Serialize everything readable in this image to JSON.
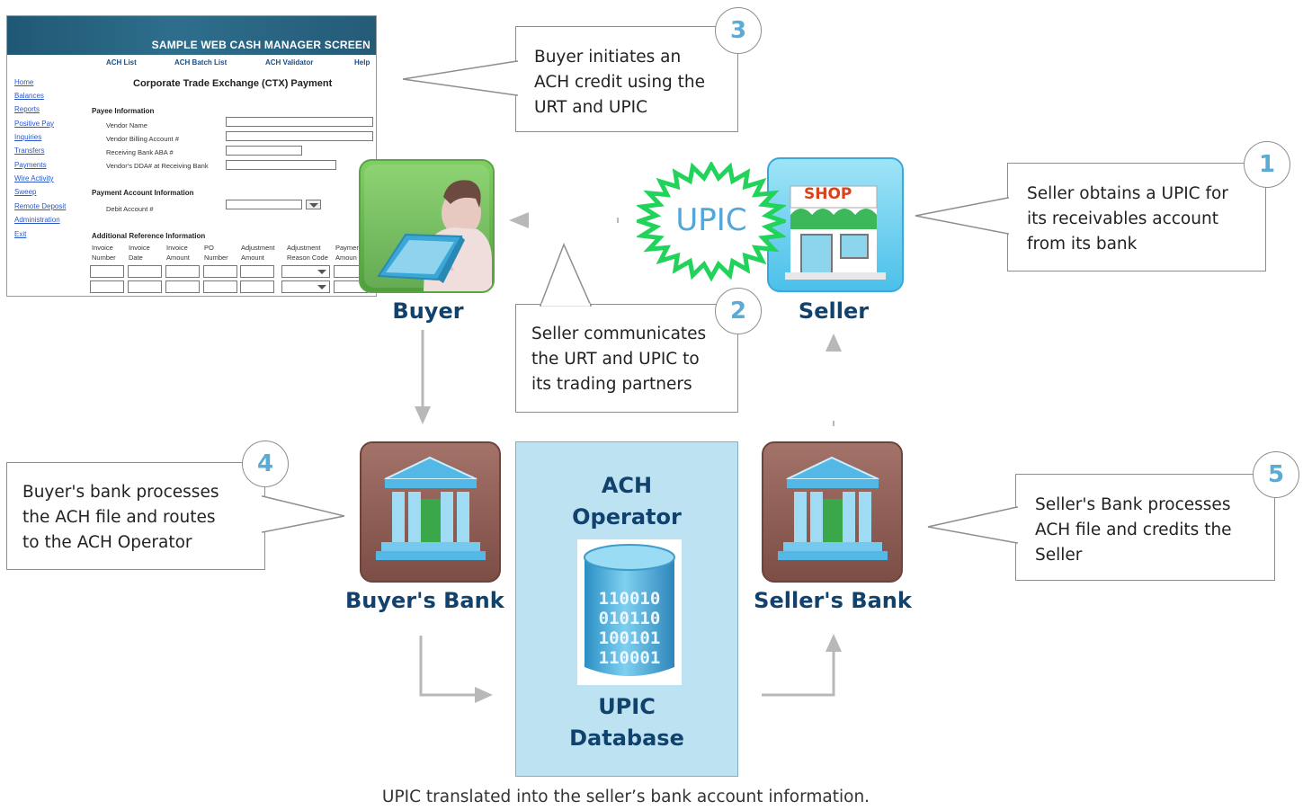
{
  "screen": {
    "title": "SAMPLE WEB CASH MANAGER SCREEN",
    "tabs": [
      "ACH List",
      "ACH Batch List",
      "ACH Validator",
      "Help"
    ],
    "nav": [
      "Home",
      "Balances",
      "Reports",
      "Positive Pay",
      "Inquiries",
      "Transfers",
      "Payments",
      "Wire Activity",
      "Sweep",
      "Remote Deposit",
      "Administration",
      "Exit"
    ],
    "form_title": "Corporate Trade Exchange (CTX) Payment",
    "payee_section": "Payee Information",
    "payee_fields": [
      "Vendor Name",
      "Vendor Billing Account #",
      "Receiving Bank ABA #",
      "Vendor's DDA# at Receiving Bank"
    ],
    "payment_section": "Payment Account Information",
    "debit_field": "Debit Account #",
    "reference_section": "Additional Reference Information",
    "columns": [
      {
        "l1": "Invoice",
        "l2": "Number"
      },
      {
        "l1": "Invoice",
        "l2": "Date"
      },
      {
        "l1": "Invoice",
        "l2": "Amount"
      },
      {
        "l1": "PO",
        "l2": "Number"
      },
      {
        "l1": "Adjustment",
        "l2": "Amount"
      },
      {
        "l1": "Adjustment",
        "l2": "Reason Code"
      },
      {
        "l1": "Paymen",
        "l2": "Amoun"
      }
    ]
  },
  "callouts": {
    "c1": {
      "number": "1",
      "lines": [
        "Seller obtains a UPIC for",
        "its receivables account",
        "from its bank"
      ]
    },
    "c2": {
      "number": "2",
      "lines": [
        "Seller communicates",
        "the URT and UPIC to",
        "its trading partners"
      ]
    },
    "c3": {
      "number": "3",
      "lines": [
        "Buyer initiates an",
        "ACH credit using the",
        "URT and UPIC"
      ]
    },
    "c4": {
      "number": "4",
      "lines": [
        "Buyer's bank processes",
        "the ACH file and routes",
        "to the ACH Operator"
      ]
    },
    "c5": {
      "number": "5",
      "lines": [
        "Seller's Bank processes",
        "ACH file and credits the",
        "Seller"
      ]
    }
  },
  "entities": {
    "buyer": "Buyer",
    "seller": "Seller",
    "buyers_bank": "Buyer's Bank",
    "sellers_bank": "Seller's Bank",
    "shop_sign": "SHOP",
    "upic_badge": "UPIC"
  },
  "operator": {
    "title_line1": "ACH",
    "title_line2": "Operator",
    "db_line1": "UPIC",
    "db_line2": "Database",
    "binary": [
      "110010",
      "010110",
      "100101",
      "110001"
    ]
  },
  "caption": "UPIC translated into the seller’s bank account information.",
  "colors": {
    "label_blue": "#11426d",
    "number_blue": "#5aabd6",
    "operator_fill": "#bde2f1",
    "badge_green": "#2ed36a",
    "bank_brown": "#8a5a50",
    "connector_gray": "#b4b4b4"
  }
}
